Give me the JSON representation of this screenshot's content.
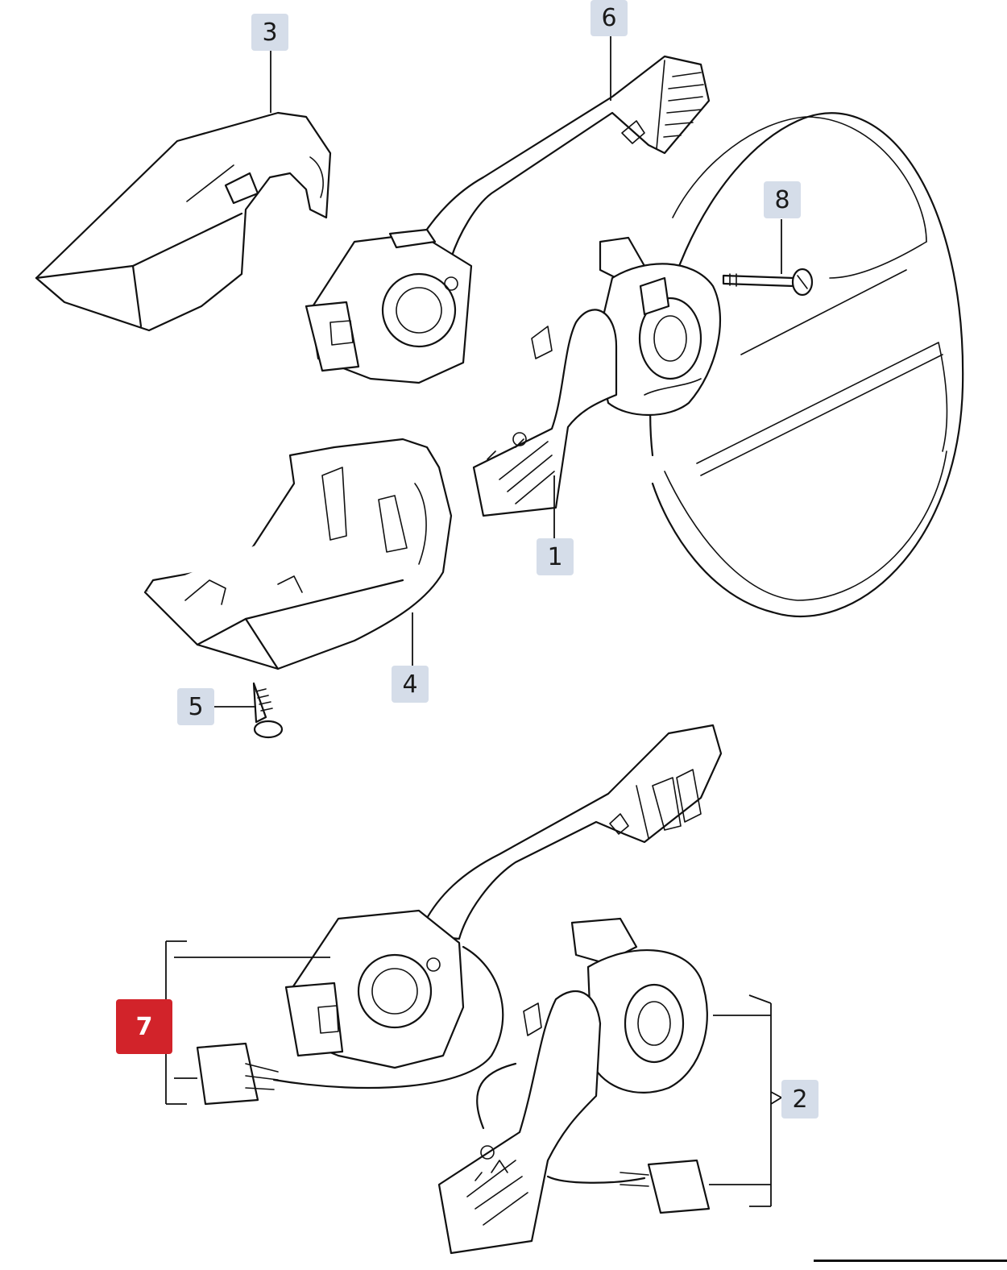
{
  "callouts": [
    {
      "id": "3",
      "label": "3",
      "highlighted": false
    },
    {
      "id": "6",
      "label": "6",
      "highlighted": false
    },
    {
      "id": "8",
      "label": "8",
      "highlighted": false
    },
    {
      "id": "1",
      "label": "1",
      "highlighted": false
    },
    {
      "id": "4",
      "label": "4",
      "highlighted": false
    },
    {
      "id": "5",
      "label": "5",
      "highlighted": false
    },
    {
      "id": "7",
      "label": "7",
      "highlighted": true
    },
    {
      "id": "2",
      "label": "2",
      "highlighted": false
    }
  ],
  "colors": {
    "callout_background": "#d5dde9",
    "callout_highlight": "#d2232a",
    "line": "#111111"
  }
}
